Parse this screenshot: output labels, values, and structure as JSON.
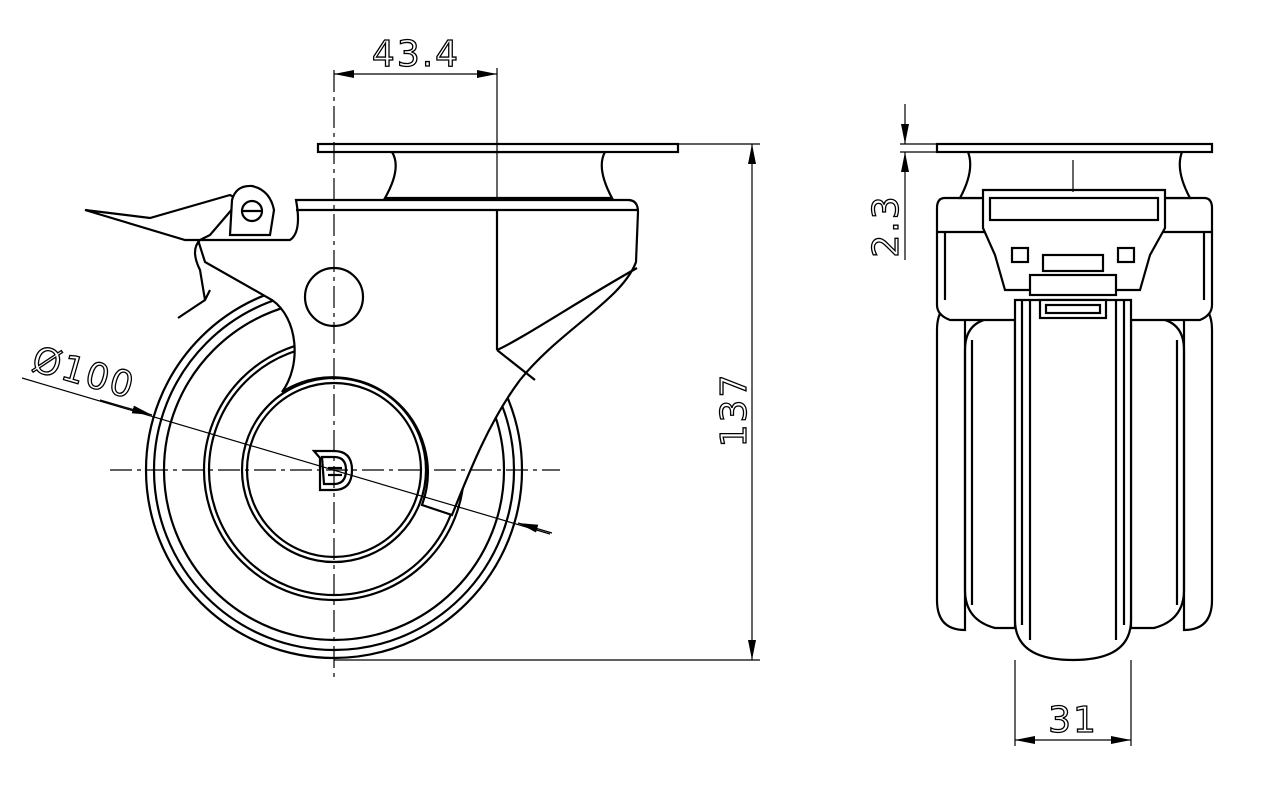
{
  "drawing": {
    "side_view": {
      "offset_dimension": "43.4",
      "height_dimension": "137",
      "wheel_diameter_dimension": "Ø100",
      "logo_letter": "D"
    },
    "front_view": {
      "plate_thickness_dimension": "2.3",
      "wheel_width_dimension": "31"
    }
  }
}
